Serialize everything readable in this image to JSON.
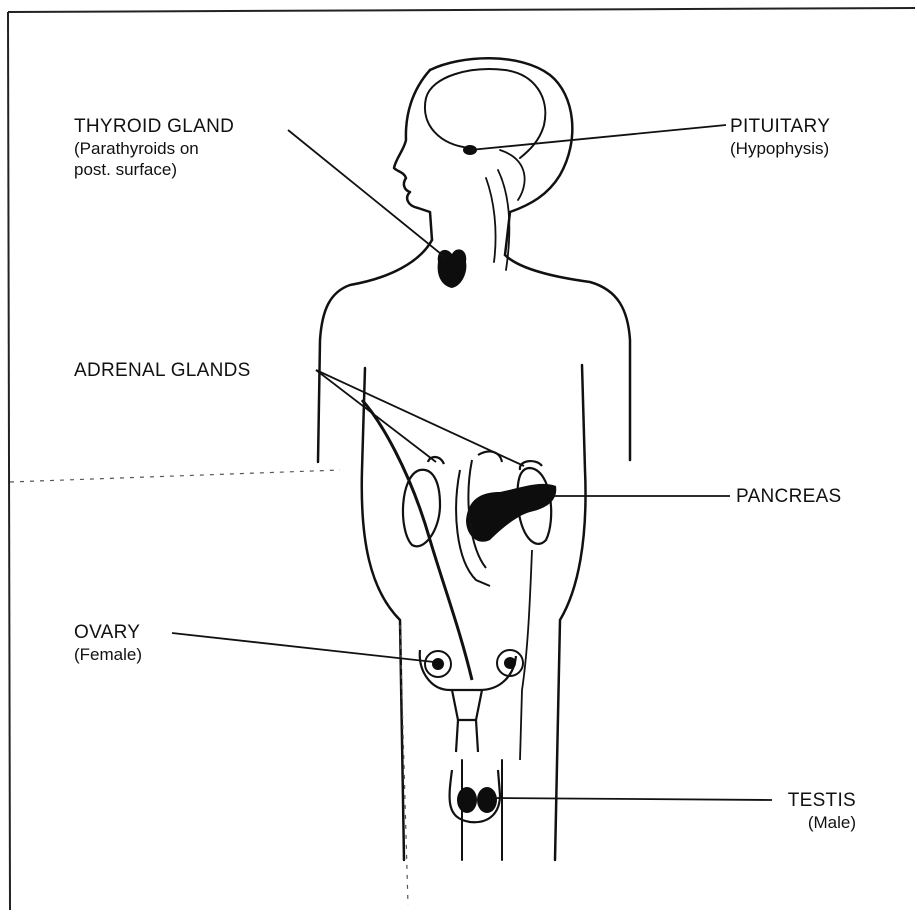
{
  "labels": {
    "thyroid": {
      "name": "THYROID GLAND",
      "note_line1": "(Parathyroids on",
      "note_line2": "post. surface)"
    },
    "pituitary": {
      "name": "PITUITARY",
      "note": "(Hypophysis)"
    },
    "adrenal": {
      "name": "ADRENAL GLANDS"
    },
    "pancreas": {
      "name": "PANCREAS"
    },
    "ovary": {
      "name": "OVARY",
      "note": "(Female)"
    },
    "testis": {
      "name": "TESTIS",
      "note": "(Male)"
    }
  },
  "colors": {
    "ink": "#111111",
    "paper": "#ffffff",
    "gland": "#0d0d0d"
  }
}
